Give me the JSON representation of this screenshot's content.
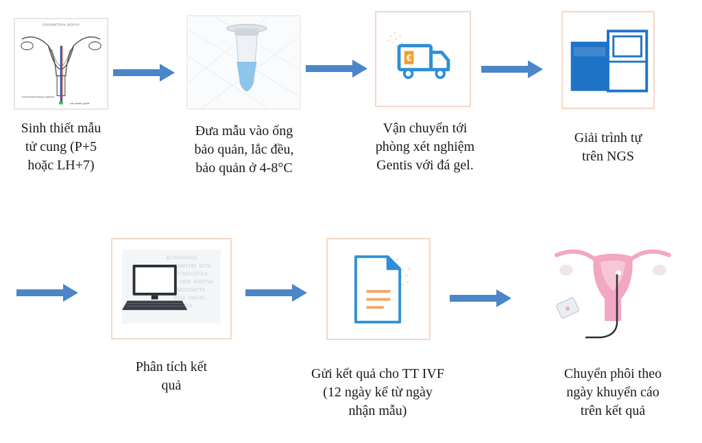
{
  "steps": [
    {
      "caption": "Sinh thiết mẫu\ntử cung (P+5\nhoặc LH+7)",
      "icon": "uterus-biopsy-icon"
    },
    {
      "caption": "Đưa mẫu vào ống\nbảo quản, lắc đều,\nbảo quản ở 4-8°C",
      "icon": "sample-tube-icon"
    },
    {
      "caption": "Vận chuyển tới\nphòng xét nghiệm\nGentis với đá gel.",
      "icon": "delivery-truck-icon"
    },
    {
      "caption": "Giải trình tự\ntrên NGS",
      "icon": "sequencer-machine-icon"
    },
    {
      "caption": "Phân tích kết\nquả",
      "icon": "computer-analysis-icon"
    },
    {
      "caption": "Gửi kết quả cho TT IVF\n(12 ngày kể từ ngày\nnhận mẫu)",
      "icon": "document-icon"
    },
    {
      "caption": "Chuyển phôi theo\nngày khuyến cáo\ntrên kết quả",
      "icon": "embryo-transfer-icon"
    }
  ],
  "colors": {
    "arrow": "#4a86c8",
    "card_border": "#f4d7c6",
    "tube": "#8ec5ea",
    "truck": "#2f8fd6",
    "truck_badge": "#f0a030",
    "machine": "#1f73c6",
    "doc": "#2f8fd6",
    "doc_lines": "#f3a56a",
    "uterus": "#f2a7c3"
  }
}
